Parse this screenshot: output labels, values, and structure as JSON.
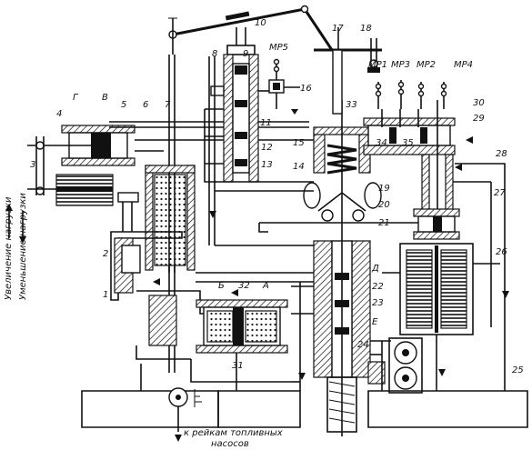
{
  "labels": {
    "n1": "1",
    "n2": "2",
    "n3": "3",
    "n4": "4",
    "n5": "5",
    "n6": "6",
    "n7": "7",
    "n8": "8",
    "n9": "9",
    "n10": "10",
    "n11": "11",
    "n12": "12",
    "n13": "13",
    "n14": "14",
    "n15": "15",
    "n16": "16",
    "n17": "17",
    "n18": "18",
    "n19": "19",
    "n20": "20",
    "n21": "21",
    "n22": "22",
    "n23": "23",
    "n24": "24",
    "n25": "25",
    "n26": "26",
    "n27": "27",
    "n28": "28",
    "n29": "29",
    "n30": "30",
    "n31": "31",
    "n32": "32",
    "n33": "33",
    "n34": "34",
    "n35": "35",
    "g": "Г",
    "v": "В",
    "a": "А",
    "b": "Б",
    "d": "Д",
    "e": "Е",
    "mr1": "МР1",
    "mr2": "МР2",
    "mr3": "МР3",
    "mr4": "МР4",
    "mr5": "МР5"
  },
  "notes": {
    "increase_load": "Увеличение нагрузки",
    "decrease_load": "Уменьшение нагрузки",
    "to_racks_line1": "к рейкам топливных",
    "to_racks_line2": "насосов"
  }
}
